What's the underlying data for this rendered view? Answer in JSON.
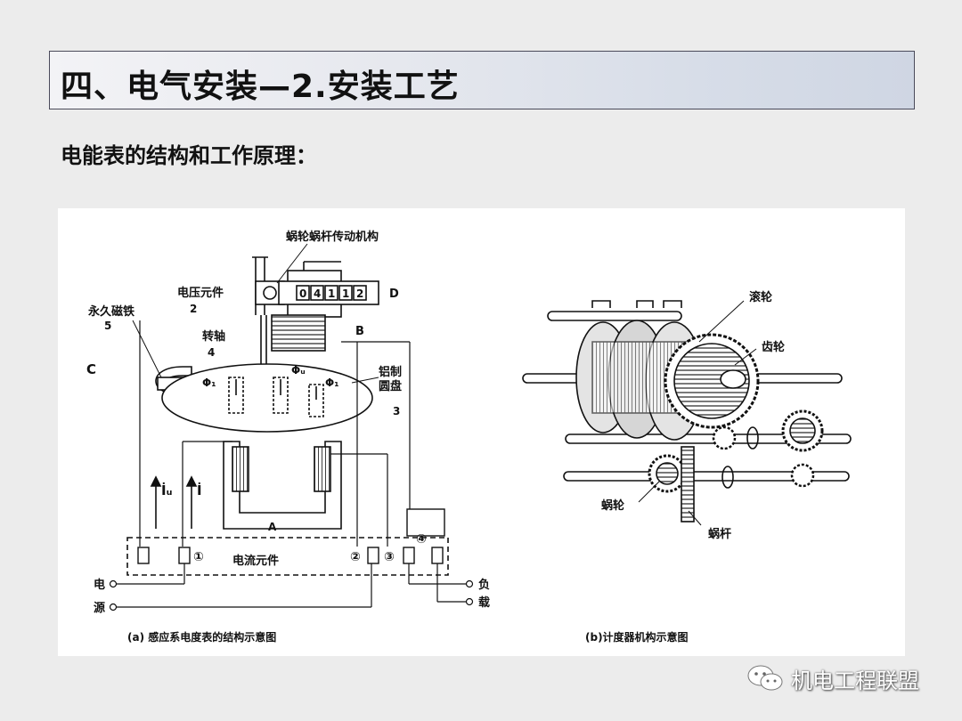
{
  "slide": {
    "title": "四、电气安装—2.安装工艺",
    "subtitle": "电能表的结构和工作原理："
  },
  "figure_a": {
    "caption": "(a) 感应系电度表的结构示意图",
    "labels": {
      "worm_mechanism": "蜗轮蜗杆传动机构",
      "voltage_element": "电压元件",
      "permanent_magnet": "永久磁铁",
      "shaft": "转轴",
      "aluminum_disc_1": "铝制",
      "aluminum_disc_2": "圆盘",
      "current_element": "电流元件",
      "num_2": "2",
      "num_4": "4",
      "num_5": "5",
      "num_3": "3",
      "letter_c": "C",
      "letter_b": "B",
      "letter_d": "D",
      "letter_a": "A",
      "phi_1a": "Φ₁",
      "phi_u": "Φᵤ",
      "phi_1b": "Φ₁",
      "i_u": "İᵤ",
      "i": "İ",
      "circle_1": "①",
      "circle_2": "②",
      "circle_3": "③",
      "circle_4": "④",
      "source_1": "电",
      "source_2": "源",
      "load_1": "负",
      "load_2": "载"
    },
    "counter_digits": [
      "0",
      "4",
      "1",
      "1",
      "2"
    ]
  },
  "figure_b": {
    "caption": "(b)计度器机构示意图",
    "labels": {
      "roller": "滚轮",
      "gear": "齿轮",
      "worm_wheel": "蜗轮",
      "worm": "蜗杆"
    }
  },
  "watermark": {
    "text": "机电工程联盟",
    "icon": "wechat-icon"
  }
}
